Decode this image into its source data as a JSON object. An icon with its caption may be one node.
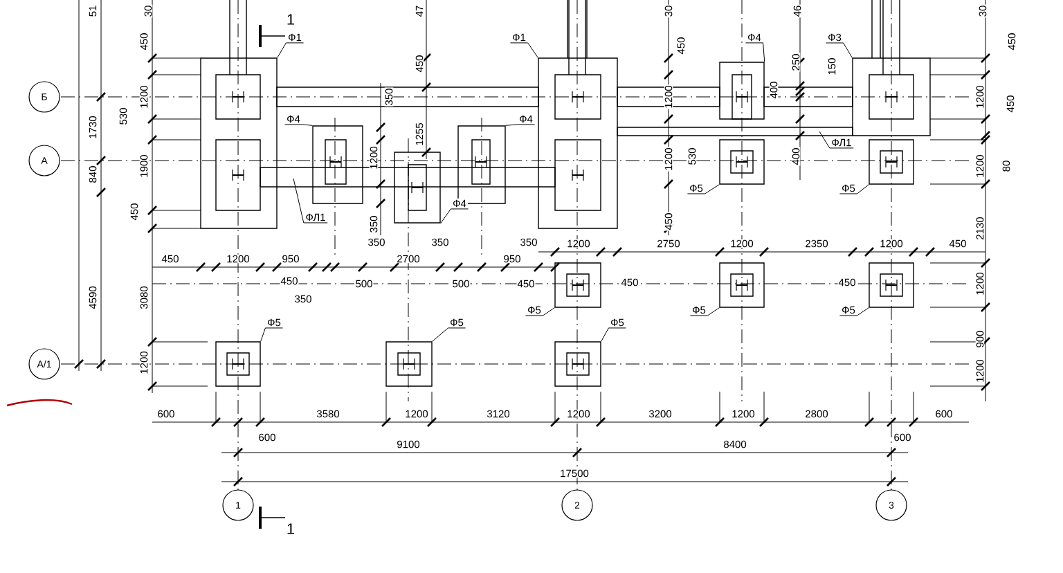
{
  "diagram": {
    "nodes": [
      {
        "text": [
          "Б"
        ]
      },
      {
        "text": [
          "А"
        ]
      },
      {
        "text": [
          "А/1"
        ]
      },
      {
        "text": [
          "1"
        ]
      },
      {
        "text": [
          "2"
        ]
      },
      {
        "text": [
          "3"
        ]
      },
      {
        "text": [],
        "shape": "box"
      },
      {
        "text": [],
        "shape": "box"
      },
      {
        "text": [],
        "shape": "box"
      },
      {
        "text": [],
        "shape": "box"
      },
      {
        "text": [],
        "shape": "box"
      },
      {
        "text": [],
        "shape": "box"
      },
      {
        "text": [],
        "shape": "box"
      },
      {
        "text": [],
        "shape": "box"
      },
      {
        "text": [],
        "shape": "box"
      },
      {
        "text": [],
        "shape": "box"
      },
      {
        "text": [],
        "shape": "box"
      },
      {
        "text": [],
        "shape": "box"
      },
      {
        "text": [],
        "shape": "box"
      },
      {
        "text": [],
        "shape": "box"
      },
      {
        "text": [],
        "shape": "box"
      },
      {
        "text": [
          "Ф1"
        ]
      },
      {
        "text": [
          "Ф4"
        ]
      },
      {
        "text": [
          "Ф4"
        ]
      },
      {
        "text": [
          "Ф4"
        ]
      },
      {
        "text": [
          "Ф1"
        ]
      },
      {
        "text": [
          "Ф4"
        ]
      },
      {
        "text": [
          "Ф5"
        ]
      },
      {
        "text": [
          "Ф3"
        ]
      },
      {
        "text": [
          "Ф5"
        ]
      },
      {
        "text": [
          "Ф5"
        ]
      },
      {
        "text": [
          "Ф5"
        ]
      },
      {
        "text": [
          "Ф5"
        ]
      },
      {
        "text": [
          "Ф5"
        ]
      },
      {
        "text": [
          "Ф5"
        ]
      },
      {
        "text": [
          "Ф5"
        ]
      },
      {
        "text": [
          "ФЛ1"
        ]
      },
      {
        "text": [
          "ФЛ1"
        ]
      }
    ],
    "edges": [
      {
        "from": 21,
        "to": 6,
        "arrow": "none"
      },
      {
        "from": 22,
        "to": 7,
        "arrow": "none"
      },
      {
        "from": 23,
        "to": 9,
        "arrow": "none"
      },
      {
        "from": 24,
        "to": 8,
        "arrow": "none"
      },
      {
        "from": 25,
        "to": 10,
        "arrow": "none"
      },
      {
        "from": 26,
        "to": 11,
        "arrow": "none"
      },
      {
        "from": 27,
        "to": 12,
        "arrow": "none"
      },
      {
        "from": 28,
        "to": 13,
        "arrow": "none"
      },
      {
        "from": 29,
        "to": 14,
        "arrow": "none"
      },
      {
        "from": 30,
        "to": 15,
        "arrow": "none"
      },
      {
        "from": 31,
        "to": 16,
        "arrow": "none"
      },
      {
        "from": 32,
        "to": 17,
        "arrow": "none"
      },
      {
        "from": 33,
        "to": 18,
        "arrow": "none"
      },
      {
        "from": 34,
        "to": 19,
        "arrow": "none"
      },
      {
        "from": 35,
        "to": 20,
        "arrow": "none"
      },
      {
        "from": 36,
        "to": null,
        "arrow": "none"
      },
      {
        "from": 37,
        "to": null,
        "arrow": "none"
      }
    ],
    "labels": [
      "51",
      "30",
      "1",
      "47",
      "30",
      "46",
      "30",
      "450",
      "450",
      "450",
      "250",
      "150",
      "450",
      "1730",
      "530",
      "1200",
      "350",
      "1255",
      "1200",
      "400",
      "1200",
      "450",
      "840",
      "1900",
      "1200",
      "1200",
      "530",
      "400",
      "1200",
      "80",
      "450",
      "350",
      "450",
      "2130",
      "450",
      "1200",
      "950",
      "350",
      "2700",
      "350",
      "950",
      "350",
      "1200",
      "2750",
      "1200",
      "2350",
      "1200",
      "450",
      "4590",
      "3080",
      "450",
      "350",
      "500",
      "500",
      "450",
      "450",
      "450",
      "1200",
      "900",
      "1200",
      "1200",
      "600",
      "3580",
      "1200",
      "3120",
      "1200",
      "3200",
      "1200",
      "2800",
      "600",
      "600",
      "600",
      "9100",
      "8400",
      "17500",
      "1"
    ]
  }
}
